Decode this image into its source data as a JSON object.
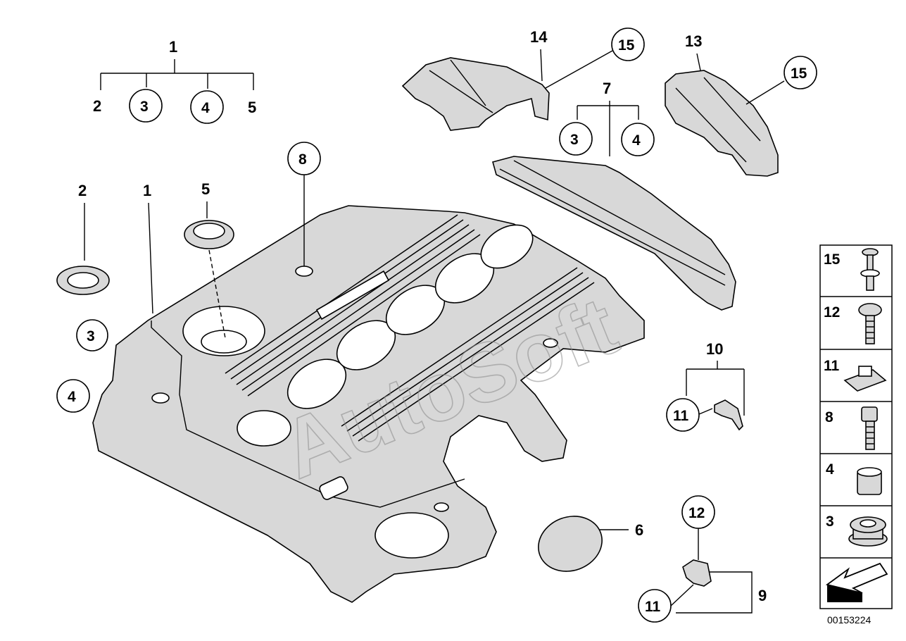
{
  "callouts": {
    "c1_top": "1",
    "c2_top": "2",
    "c3_top": "3",
    "c4_top": "4",
    "c5_top": "5",
    "c14": "14",
    "c15_a": "15",
    "c13": "13",
    "c15_b": "15",
    "c7": "7",
    "c3_b": "3",
    "c4_b": "4",
    "c8": "8",
    "c2": "2",
    "c1": "1",
    "c5": "5",
    "c3_c": "3",
    "c4_c": "4",
    "c10": "10",
    "c11_a": "11",
    "c6": "6",
    "c12": "12",
    "c9": "9",
    "c11_b": "11"
  },
  "side_panel": {
    "items": [
      {
        "num": "15",
        "icon": "screw-with-washer-icon"
      },
      {
        "num": "12",
        "icon": "hex-flange-screw-icon"
      },
      {
        "num": "11",
        "icon": "clip-nut-icon"
      },
      {
        "num": "8",
        "icon": "hex-socket-bolt-icon"
      },
      {
        "num": "4",
        "icon": "spacer-sleeve-icon"
      },
      {
        "num": "3",
        "icon": "rubber-grommet-icon"
      }
    ],
    "arrow_icon": "direction-arrow-icon"
  },
  "watermark": "AutoSoft",
  "doc_number": "00153224"
}
